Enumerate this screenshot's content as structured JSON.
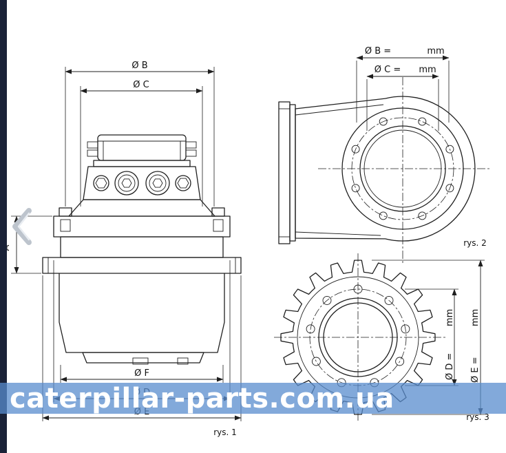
{
  "page": {
    "background": "#ffffff",
    "sidebar_color": "#1a2238",
    "line_color": "#1f1f1f"
  },
  "watermark": {
    "text": "caterpillar-parts.com.ua",
    "band_color": "#5a8ccd",
    "text_color": "#ffffff"
  },
  "figures": {
    "front_view": {
      "caption": "rys. 1",
      "dim_top_outer": "Ø B",
      "dim_top_inner": "Ø C",
      "dim_left": "A",
      "dim_bottom_inner": "Ø F",
      "dim_bottom_mid": "Ø D",
      "dim_bottom_outer": "Ø E"
    },
    "side_view": {
      "caption": "rys. 2",
      "dim1_label": "Ø B =",
      "dim1_unit": "mm",
      "dim2_label": "Ø C =",
      "dim2_unit": "mm"
    },
    "sprocket_view": {
      "caption": "rys. 3",
      "dim1_label": "Ø D =",
      "dim1_unit": "mm",
      "dim2_label": "Ø E =",
      "dim2_unit": "mm"
    }
  }
}
